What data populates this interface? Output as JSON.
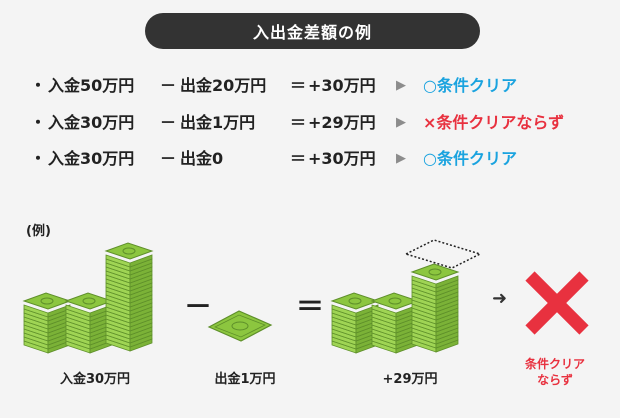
{
  "title": "入出金差額の例",
  "rows": [
    {
      "bullet": "・",
      "deposit": "入金50万円",
      "minus": "－",
      "withdraw": "出金20万円",
      "equals": "＝",
      "result": "+30万円",
      "arrow": "▶",
      "verdict": "○条件クリア",
      "status": "ok"
    },
    {
      "bullet": "・",
      "deposit": "入金30万円",
      "minus": "－",
      "withdraw": "出金1万円",
      "equals": "＝",
      "result": "+29万円",
      "arrow": "▶",
      "verdict": "×条件クリアならず",
      "status": "ng"
    },
    {
      "bullet": "・",
      "deposit": "入金30万円",
      "minus": "－",
      "withdraw": "出金0",
      "equals": "＝",
      "result": "+30万円",
      "arrow": "▶",
      "verdict": "○条件クリア",
      "status": "ok"
    }
  ],
  "example": {
    "label": "(例)",
    "minus_sign": "－",
    "equals_sign": "＝",
    "arrow": "➜",
    "deposit_caption": "入金30万円",
    "withdraw_caption": "出金1万円",
    "result_caption": "+29万円",
    "cross_caption_line1": "条件クリア",
    "cross_caption_line2": "ならず"
  },
  "colors": {
    "ok": "#1aa3df",
    "ng": "#e8313f",
    "money": "#8cc63f",
    "money_dark": "#5e8f2a",
    "title_bg": "#333333"
  }
}
